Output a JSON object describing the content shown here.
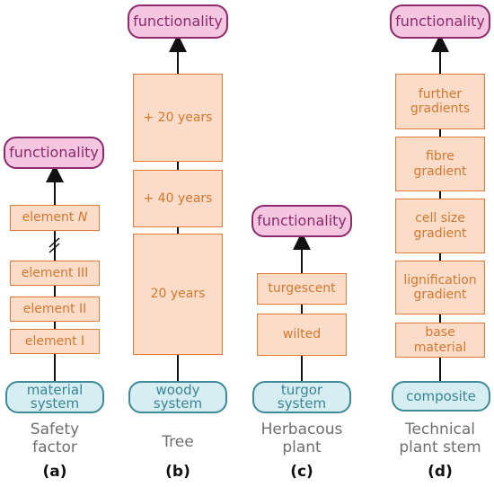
{
  "columns": [
    {
      "id": "a",
      "top": "functionality",
      "elements": [
        "element N",
        "element III",
        "element II",
        "element I"
      ],
      "base": [
        "material",
        "system"
      ],
      "label": [
        "Safety",
        "factor"
      ],
      "letter": "(a)"
    },
    {
      "id": "b",
      "top": "functionality",
      "elements": [
        "+ 20 years",
        "+ 40 years",
        "20 years"
      ],
      "base": [
        "woody",
        "system"
      ],
      "label": [
        "Tree"
      ],
      "letter": "(b)"
    },
    {
      "id": "c",
      "top": "functionality",
      "elements": [
        "turgescent",
        "wilted"
      ],
      "base": [
        "turgor",
        "system"
      ],
      "label": [
        "Herbacous",
        "plant"
      ],
      "letter": "(c)"
    },
    {
      "id": "d",
      "top": "functionality",
      "elements": [
        "further gradients",
        "fibre gradient",
        "cell size gradient",
        "lignification gradient",
        "base material"
      ],
      "base": [
        "composite"
      ],
      "label": [
        "Technical",
        "plant stem"
      ],
      "letter": "(d)"
    }
  ],
  "colors": {
    "element_fill": "#fbdcc9",
    "element_border": "#e07a3a",
    "element_text": "#d4782e",
    "top_fill": "#f4c6e0",
    "top_border": "#8d2a6d",
    "base_fill": "#d6edf1",
    "base_border": "#3f8b99"
  }
}
